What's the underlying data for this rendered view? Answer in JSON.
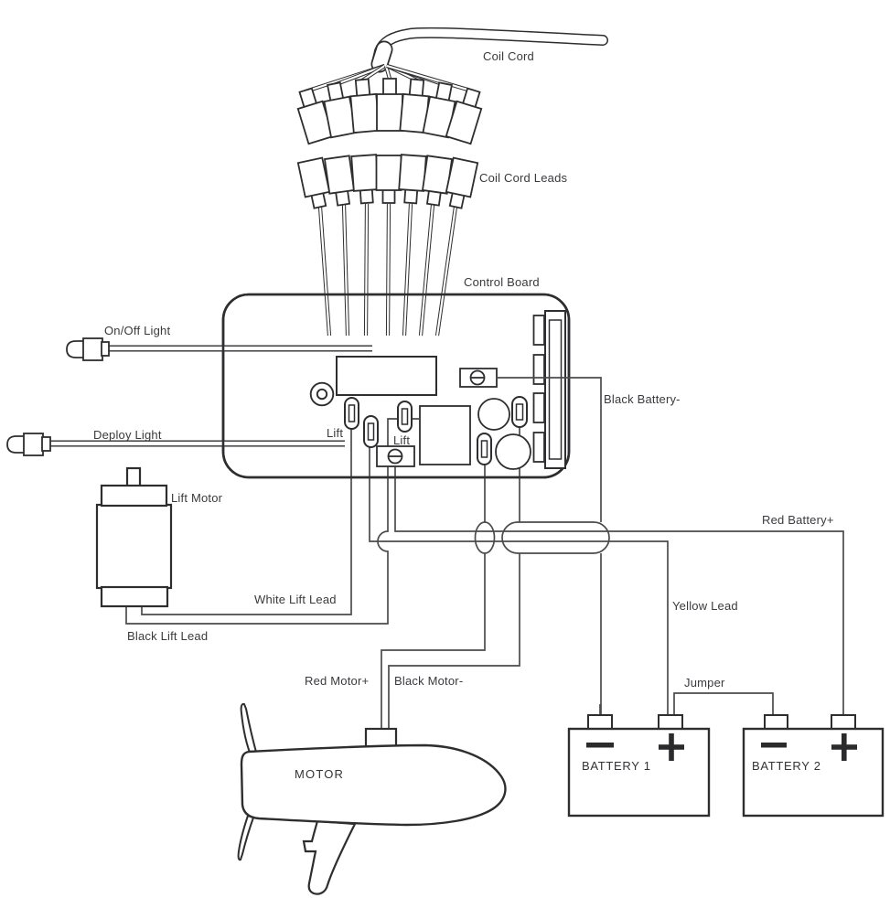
{
  "diagram": {
    "type": "trolling-motor-wiring-diagram",
    "labels": {
      "coil_cord": "Coil Cord",
      "coil_cord_leads": "Coil Cord Leads",
      "control_board": "Control Board",
      "on_off_light": "On/Off Light",
      "deploy_light": "Deploy Light",
      "lift_1": "Lift",
      "lift_2": "Lift",
      "lift_motor": "Lift Motor",
      "white_lift_lead": "White Lift Lead",
      "black_lift_lead": "Black Lift Lead",
      "red_motor": "Red Motor+",
      "black_motor": "Black Motor-",
      "black_battery": "Black Battery-",
      "red_battery": "Red Battery+",
      "yellow_lead": "Yellow Lead",
      "jumper": "Jumper",
      "motor": "MOTOR",
      "battery_1": "BATTERY 1",
      "battery_2": "BATTERY 2"
    },
    "symbols": {
      "battery_minus": "−",
      "battery_plus": "+"
    },
    "colors": {
      "line": "#2e2e30",
      "wire": "#4b4b4d",
      "text": "#3a3a3e",
      "background": "#ffffff"
    }
  }
}
